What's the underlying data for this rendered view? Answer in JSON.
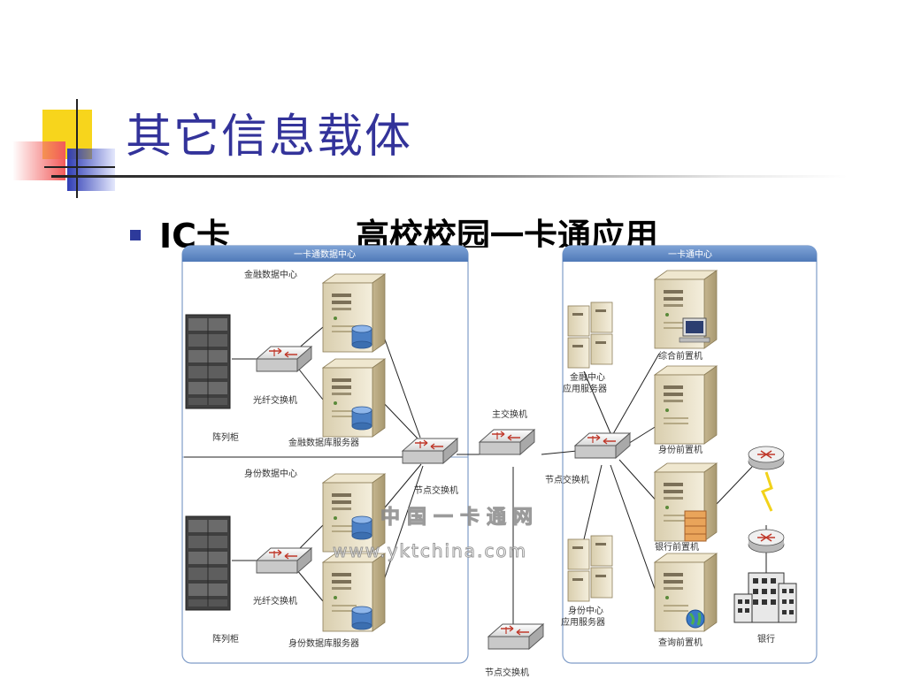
{
  "slide": {
    "title": "其它信息载体",
    "bullet_term": "IC卡",
    "bullet_subtitle": "高校校园一卡通应用"
  },
  "diagram": {
    "panels": {
      "left": "一卡通数据中心",
      "right": "一卡通中心"
    },
    "labels": {
      "finance_data_center": "金融数据中心",
      "fiber_switch_1": "光纤交换机",
      "rack_1": "阵列柜",
      "finance_db_server": "金融数据库服务器",
      "node_switch_left": "节点交换机",
      "identity_data_center": "身份数据中心",
      "fiber_switch_2": "光纤交换机",
      "rack_2": "阵列柜",
      "identity_db_server": "身份数据库服务器",
      "main_switch": "主交换机",
      "node_switch_bottom": "节点交换机",
      "node_switch_right": "节点交换机",
      "finance_app_server_1": "金融中心",
      "finance_app_server_2": "应用服务器",
      "general_frontend": "综合前置机",
      "identity_frontend": "身份前置机",
      "bank_frontend": "银行前置机",
      "identity_app_server_1": "身份中心",
      "identity_app_server_2": "应用服务器",
      "query_frontend": "查询前置机",
      "bank": "银行"
    },
    "watermark": {
      "cn": "中国一卡通网",
      "url": "www.yktchina.com"
    }
  },
  "colors": {
    "title": "#33339a",
    "bullet": "#2d3a9b",
    "panel_header": "#4f81bd",
    "panel_border": "#7f9cc8",
    "server_body": "#e6dcc0"
  },
  "icons": [
    "server-icon",
    "switch-icon",
    "router-icon",
    "rack-icon",
    "database-icon",
    "building-icon",
    "lightning-icon",
    "pc-icon",
    "globe-icon",
    "firewall-icon"
  ]
}
